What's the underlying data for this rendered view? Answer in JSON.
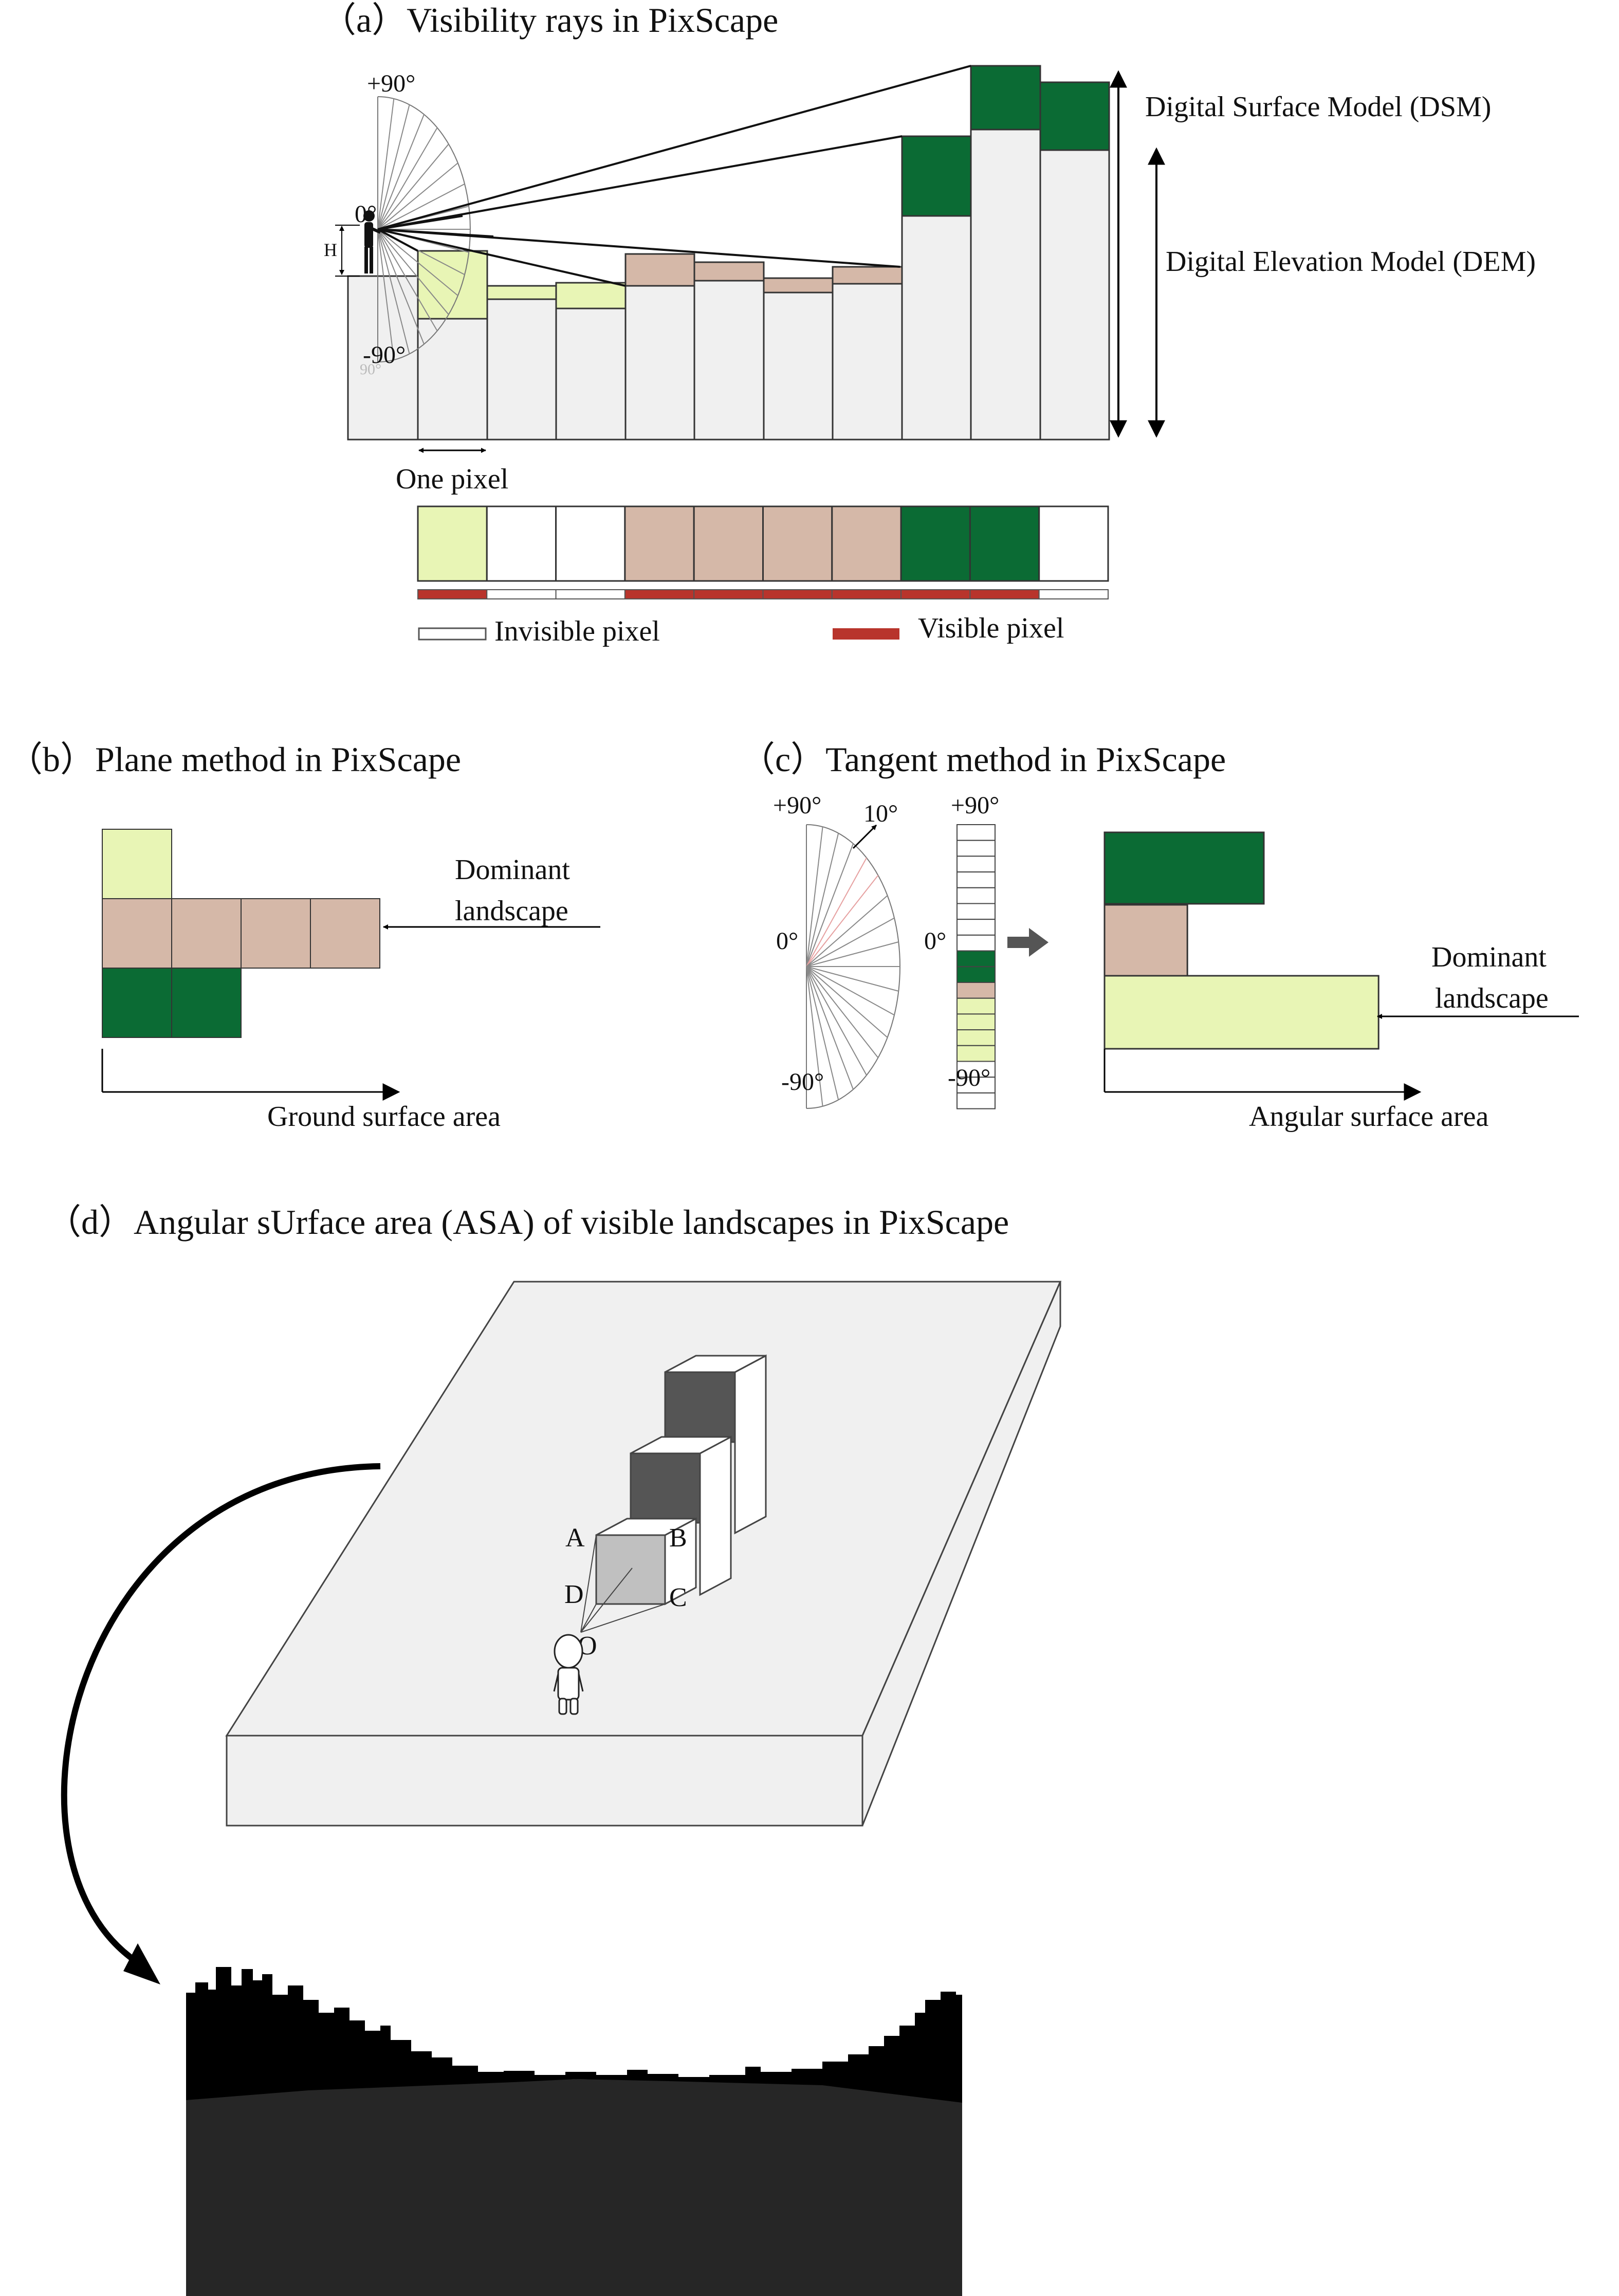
{
  "colors": {
    "light_green": "#e8f5b5",
    "tan": "#d5b8a8",
    "dark_green": "#0b6b34",
    "light_gray": "#f0f0f0",
    "visible_red": "#b8342c",
    "panel_gray": "#555555",
    "cube_gray": "#c0c0c0",
    "horizon_black": "#000000",
    "ground_dark": "#262626"
  },
  "panel_a": {
    "title": "（a）Visibility rays in PixScape",
    "plus90": "+90°",
    "minus90": "-90°",
    "zero": "0°",
    "faint90": "90°",
    "h_label": "H",
    "dsm_label": "Digital Surface Model (DSM)",
    "dem_label": "Digital Elevation Model (DEM)",
    "one_pixel": "One pixel",
    "invisible_label": "Invisible pixel",
    "visible_label": "Visible pixel",
    "strip_colors": [
      "light_green",
      "white",
      "white",
      "tan",
      "tan",
      "tan",
      "tan",
      "dark_green",
      "dark_green",
      "white"
    ],
    "visibility": [
      "visible",
      "invisible",
      "invisible",
      "visible",
      "visible",
      "visible",
      "visible",
      "visible",
      "visible",
      "invisible"
    ]
  },
  "panel_b": {
    "title": "（b）Plane method in PixScape",
    "dominant_line1": "Dominant",
    "dominant_line2": "landscape",
    "axis_label": "Ground surface area",
    "rows": [
      {
        "color": "light_green",
        "count": 1
      },
      {
        "color": "tan",
        "count": 4
      },
      {
        "color": "dark_green",
        "count": 2
      }
    ]
  },
  "panel_c": {
    "title": "（c）Tangent method in PixScape",
    "plus90": "+90°",
    "ten_deg": "10°",
    "zero": "0°",
    "minus90": "-90°",
    "plus90_strip": "+90°",
    "zero_strip": "0°",
    "minus90_strip": "-90°",
    "dominant_line1": "Dominant",
    "dominant_line2": "landscape",
    "axis_label": "Angular surface area",
    "bars": [
      {
        "color": "dark_green",
        "relative_length": 0.5
      },
      {
        "color": "tan",
        "relative_length": 0.26
      },
      {
        "color": "light_green",
        "relative_length": 0.86
      }
    ]
  },
  "panel_d": {
    "title": "（d）Angular sUrface area (ASA) of visible landscapes in PixScape",
    "point_a": "A",
    "point_b": "B",
    "point_c": "C",
    "point_d": "D",
    "point_o": "O"
  }
}
